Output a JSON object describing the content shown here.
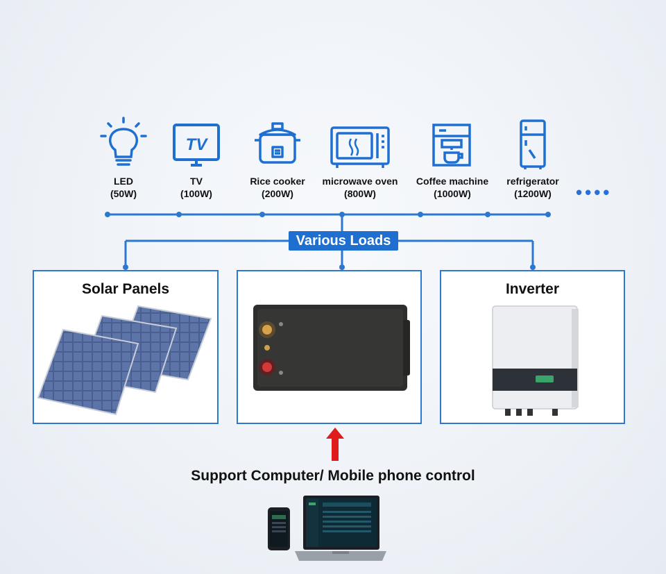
{
  "loads": [
    {
      "label": "LED",
      "watts": "(50W)",
      "icon": "bulb-icon"
    },
    {
      "label": "TV",
      "watts": "(100W)",
      "icon": "tv-icon"
    },
    {
      "label": "Rice cooker",
      "watts": "(200W)",
      "icon": "rice-cooker-icon"
    },
    {
      "label": "microwave oven",
      "watts": "(800W)",
      "icon": "microwave-icon"
    },
    {
      "label": "Coffee machine",
      "watts": "(1000W)",
      "icon": "coffee-machine-icon"
    },
    {
      "label": "refrigerator",
      "watts": "(1200W)",
      "icon": "refrigerator-icon"
    }
  ],
  "tv_icon_text": "TV",
  "more_indicator": "••••",
  "hub_label": "Various Loads",
  "panels": {
    "solar": {
      "title": "Solar Panels"
    },
    "battery": {
      "title": ""
    },
    "inverter": {
      "title": "Inverter"
    }
  },
  "support_text": "Support Computer/ Mobile phone control",
  "colors": {
    "accent": "#1f6fd1",
    "line": "#2a78d0",
    "arrow": "#e01b1b"
  }
}
